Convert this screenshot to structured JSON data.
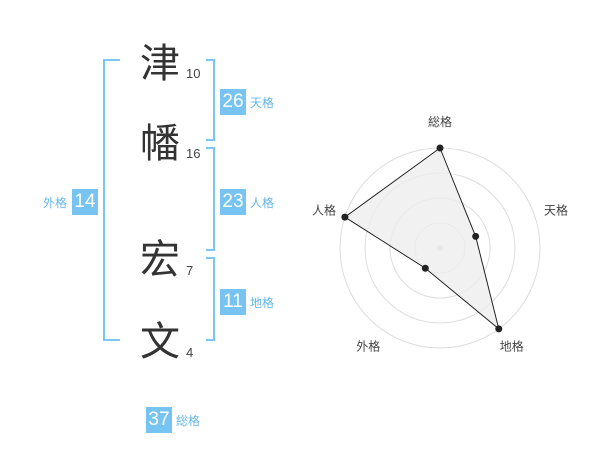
{
  "name": {
    "chars": [
      {
        "kanji": "津",
        "strokes": "10"
      },
      {
        "kanji": "幡",
        "strokes": "16"
      },
      {
        "kanji": "宏",
        "strokes": "7"
      },
      {
        "kanji": "文",
        "strokes": "4"
      }
    ]
  },
  "fortunes": {
    "tenkaku": {
      "label": "天格",
      "value": "26"
    },
    "jinkaku": {
      "label": "人格",
      "value": "23"
    },
    "chikaku": {
      "label": "地格",
      "value": "11"
    },
    "gaikaku": {
      "label": "外格",
      "value": "14"
    },
    "soukaku": {
      "label": "総格",
      "value": "37"
    }
  },
  "colors": {
    "accent": "#77c4f2",
    "bracket": "#7cc6f3",
    "radar_fill": "#eeeeee",
    "radar_line": "#222222"
  },
  "chart_data": {
    "type": "radar",
    "categories": [
      "総格",
      "天格",
      "地格",
      "外格",
      "人格"
    ],
    "values": [
      4,
      1.5,
      4,
      1,
      4
    ],
    "max": 4,
    "rings": 4,
    "grid": true
  }
}
